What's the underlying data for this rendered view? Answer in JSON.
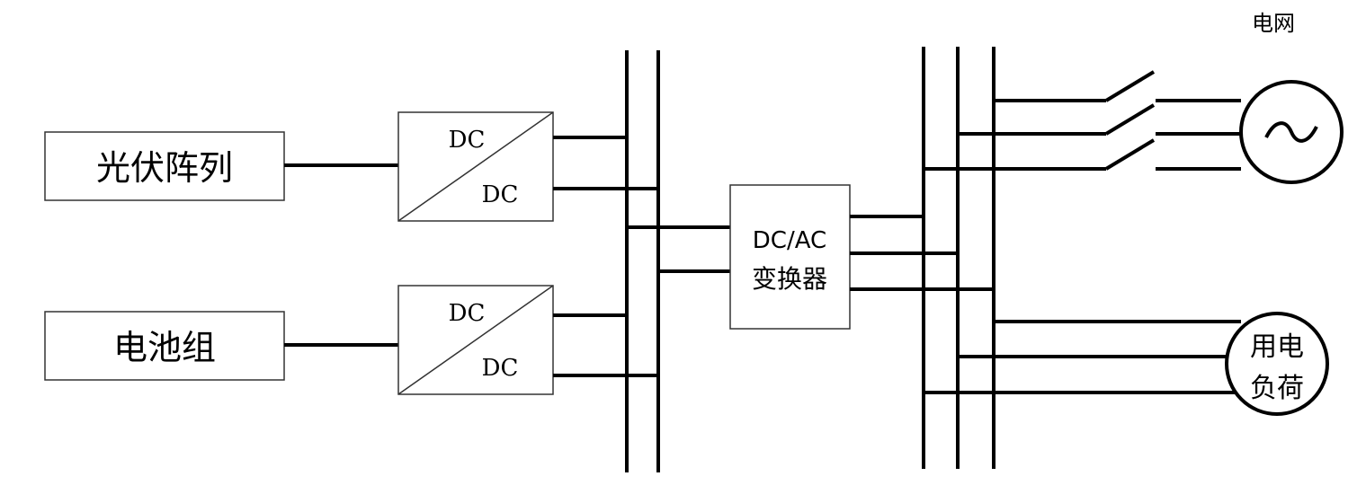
{
  "sources": {
    "pv_label": "光伏阵列",
    "battery_label": "电池组"
  },
  "converters": {
    "pv_dcdc": {
      "top": "DC",
      "bottom": "DC"
    },
    "battery_dcdc": {
      "top": "DC",
      "bottom": "DC"
    },
    "inverter": {
      "line1": "DC/AC",
      "line2": "变换器"
    }
  },
  "grid": {
    "label": "电网",
    "symbol": "~"
  },
  "load": {
    "line1": "用电",
    "line2": "负荷"
  }
}
